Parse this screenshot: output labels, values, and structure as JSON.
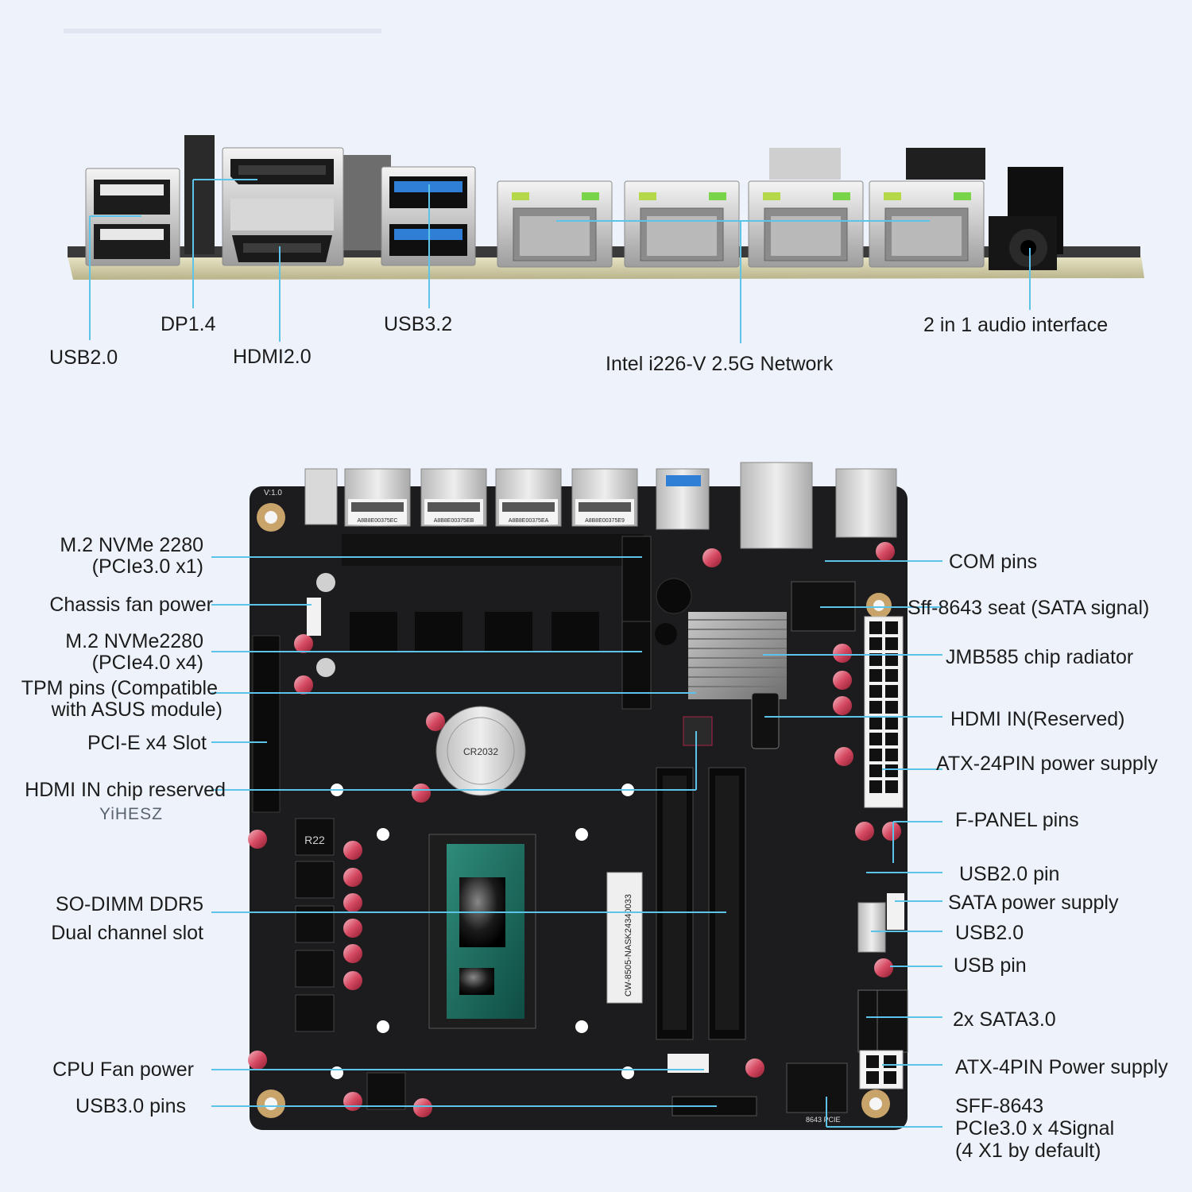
{
  "top_labels": {
    "usb20": "USB2.0",
    "dp14": "DP1.4",
    "hdmi20": "HDMI2.0",
    "usb32": "USB3.2",
    "network": "Intel i226-V 2.5G Network",
    "audio": "2 in 1 audio interface"
  },
  "left_labels": {
    "m2_nvme_a_line1": "M.2 NVMe 2280",
    "m2_nvme_a_line2": "(PCIe3.0 x1)",
    "chassis_fan": "Chassis fan power",
    "m2_nvme_b_line1": "M.2 NVMe2280",
    "m2_nvme_b_line2": "(PCIe4.0 x4)",
    "tpm_line1": "TPM pins (Compatible",
    "tpm_line2": "with ASUS module)",
    "pcie_slot": "PCI-E x4 Slot",
    "hdmi_chip": "HDMI IN chip reserved",
    "sodimm_line1": "SO-DIMM DDR5",
    "sodimm_line2": "Dual channel slot",
    "cpu_fan": "CPU Fan power",
    "usb30_pins": "USB3.0 pins"
  },
  "right_labels": {
    "com_pins": "COM pins",
    "sff_seat": "Sff-8643 seat (SATA signal)",
    "jmb585": "JMB585 chip radiator",
    "hdmi_in": "HDMI IN(Reserved)",
    "atx24": "ATX-24PIN power supply",
    "fpanel": "F-PANEL pins",
    "usb20_pin": "USB2.0 pin",
    "sata_power": "SATA power supply",
    "usb20": "USB2.0",
    "usb_pin": "USB pin",
    "sata30": "2x SATA3.0",
    "atx4": "ATX-4PIN Power supply",
    "sff_pcie_line1": "SFF-8643",
    "sff_pcie_line2": "PCIe3.0 x 4Signal",
    "sff_pcie_line3": "(4 X1 by default)"
  },
  "brand": "YiHESZ",
  "board_markings": {
    "version": "V:1.0",
    "lan_serials": [
      "A8B8E00375EC",
      "A8B8E00375EB",
      "A8B8E00375EA",
      "A8B8E00375E9"
    ],
    "serial_sticker": "CW-8505-NASK24340033",
    "inductor": "R22",
    "battery": "CR2032",
    "pcie_marking": "8643 PCIE"
  },
  "colors": {
    "background": "#eef3fb",
    "leader": "#5cc4e8",
    "board": "#1c1c1e",
    "usb3_blue": "#2f7fd6",
    "lan_led_green": "#7ad44a",
    "capacitor": "#c8344a"
  }
}
